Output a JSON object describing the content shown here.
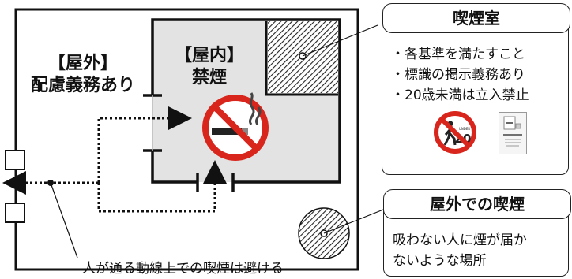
{
  "outdoor": {
    "label_line1": "【屋外】",
    "label_line2": "配慮義務あり"
  },
  "indoor": {
    "label_line1": "【屋内】",
    "label_line2": "禁煙"
  },
  "smoking_room_callout": {
    "title": "喫煙室",
    "items": [
      "・各基準を満たすこと",
      "・標識の掲示義務あり",
      "・20歳未満は立入禁止"
    ],
    "under20_badge": "20",
    "under20_badge_caption": "UNDER"
  },
  "outdoor_smoking_callout": {
    "title": "屋外での喫煙",
    "body_line1": "吸わない人に煙が届か",
    "body_line2": "ないような場所"
  },
  "bottom_note": "人が通る動線上での喫煙は避ける",
  "icons": {
    "no_smoking": "no-smoking-icon",
    "no_under20": "no-entry-under-20-icon",
    "signage": "smoking-room-sign-icon"
  },
  "colors": {
    "prohibition_red": "#d9261c",
    "indoor_fill": "#e3e3e3",
    "line": "#111111"
  }
}
